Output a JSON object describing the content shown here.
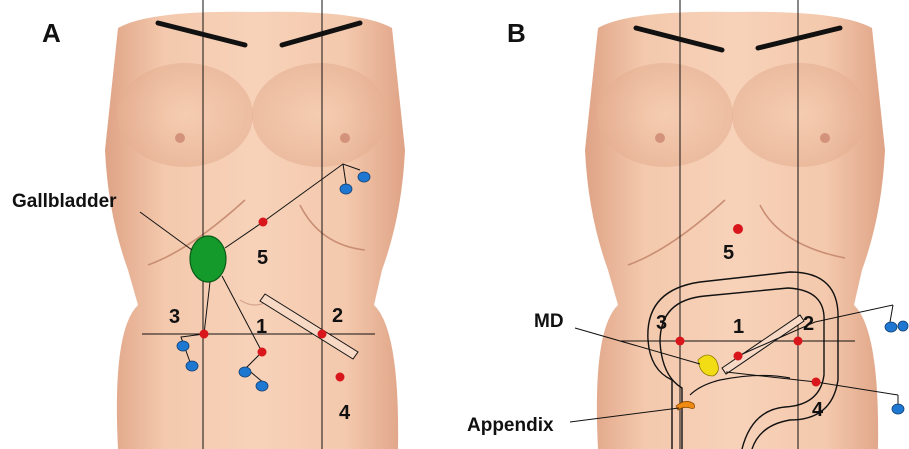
{
  "panels": [
    {
      "letter": "A",
      "ports": [
        "1",
        "2",
        "3",
        "4",
        "5"
      ],
      "organ_label": "Gallbladder"
    },
    {
      "letter": "B",
      "ports": [
        "1",
        "2",
        "3",
        "4",
        "5"
      ],
      "organ_labels": [
        "MD",
        "Appendix"
      ]
    }
  ],
  "colors": {
    "skin": "#f1c2a4",
    "skin_shadow": "#d89c7e",
    "port_red": "#d8161b",
    "instrument_blue": "#1e78d2",
    "gallbladder_green": "#139a2b",
    "diverticulum_yellow": "#f2dc14",
    "appendix_orange": "#f08a12",
    "line_black": "#111111"
  }
}
